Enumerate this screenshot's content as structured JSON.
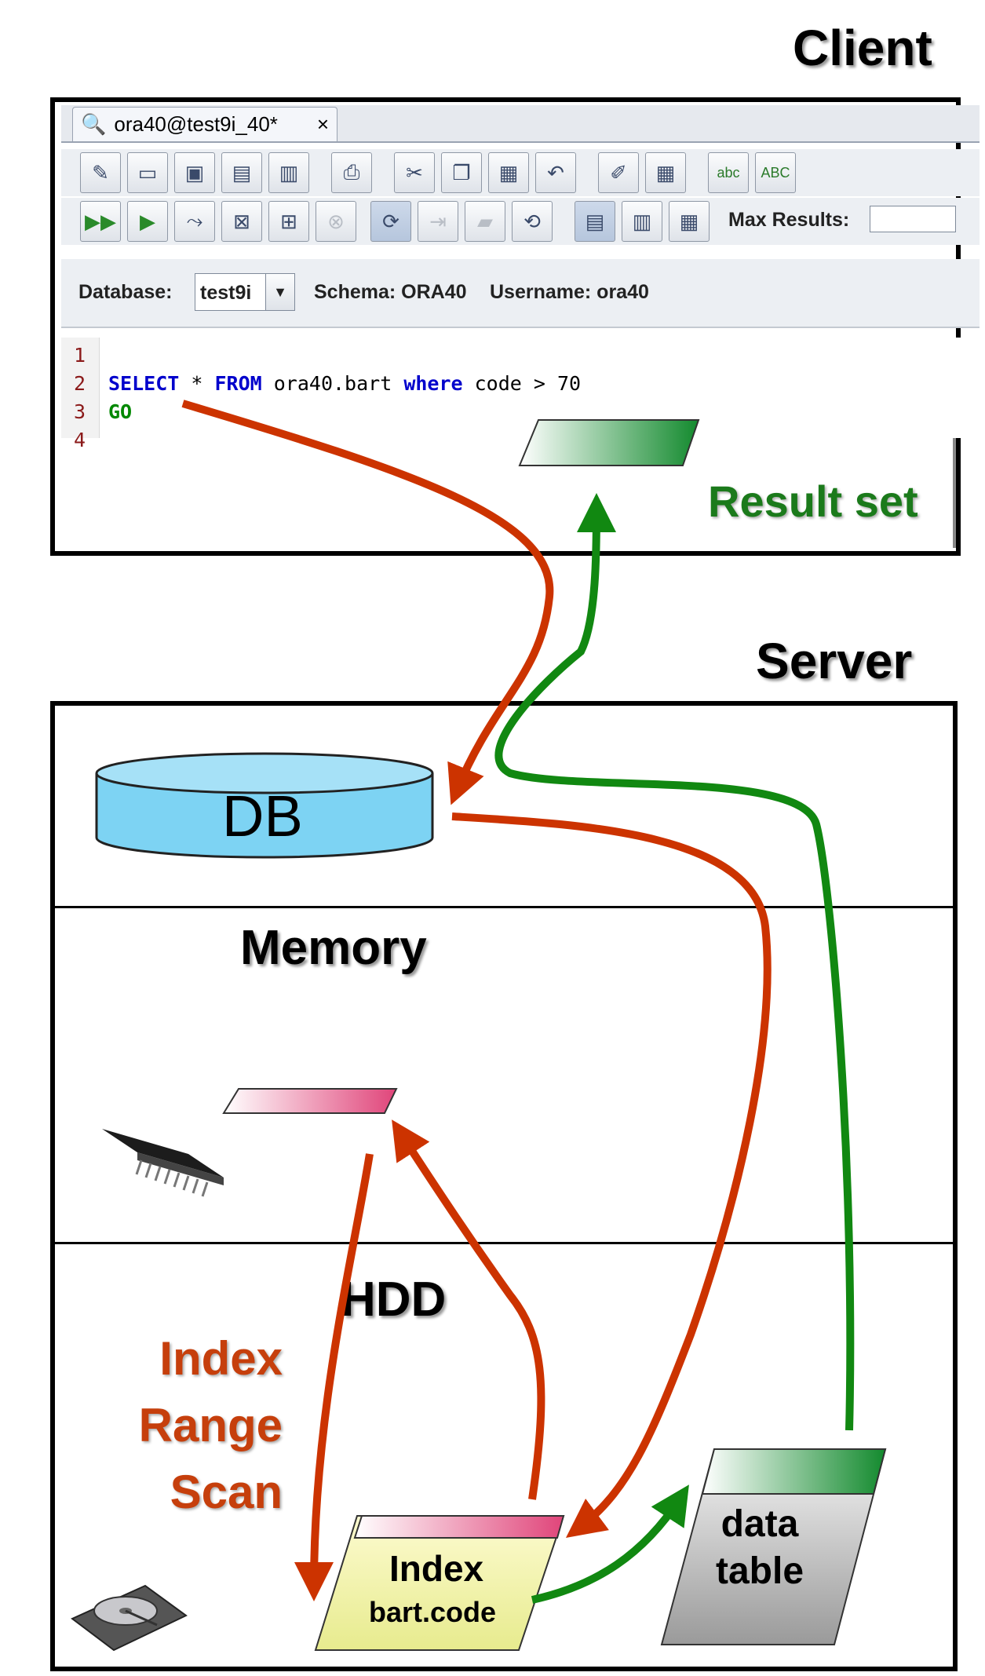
{
  "headings": {
    "client": "Client",
    "server": "Server"
  },
  "tab": {
    "title": "ora40@test9i_40*",
    "close": "×"
  },
  "toolbar": {
    "max_results_label": "Max Results:",
    "max_results_value": ""
  },
  "dbbar": {
    "database_label": "Database:",
    "database_value": "test9i",
    "schema": "Schema: ORA40",
    "username": "Username: ora40"
  },
  "editor": {
    "line_numbers": [
      "1",
      "2",
      "3",
      "4"
    ],
    "line2": {
      "kw1": "SELECT",
      "t1": " * ",
      "kw2": "FROM",
      "t2": " ora40.bart ",
      "kw3": "where",
      "t3": " code > 70"
    },
    "line3": "GO"
  },
  "labels": {
    "result_set": "Result set",
    "db": "DB",
    "memory": "Memory",
    "hdd": "HDD",
    "scan": [
      "Index",
      "Range",
      "Scan"
    ],
    "index_title": "Index",
    "index_sub": "bart.code",
    "data_table": [
      "data",
      "table"
    ]
  },
  "colors": {
    "red_arrow": "#cc3300",
    "green_arrow": "#118811",
    "db_fill": "#7dd3f3",
    "scan_text": "#c63f0c",
    "result_text": "#1b7a1b"
  }
}
